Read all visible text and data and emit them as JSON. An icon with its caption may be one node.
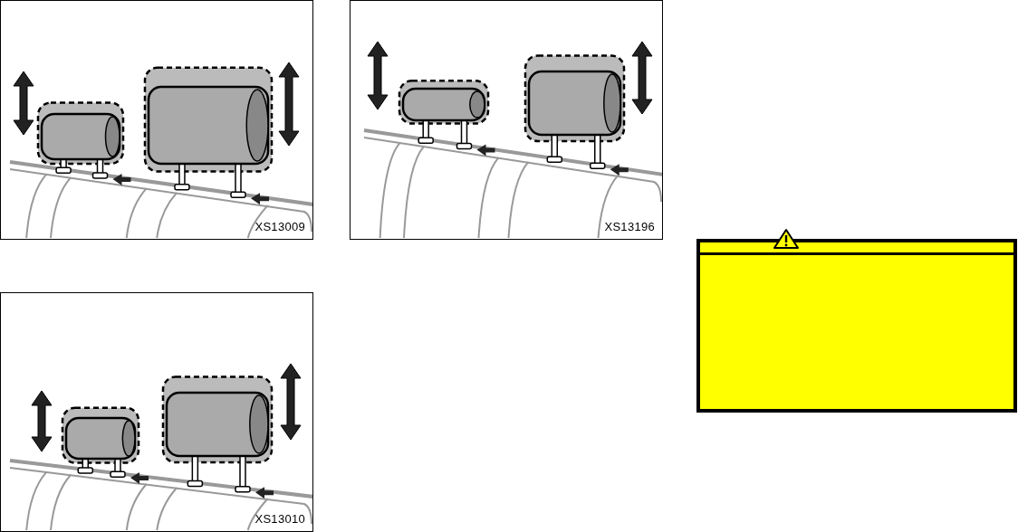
{
  "diagram": {
    "labels": [
      "XS13009",
      "XS13196",
      "XS13010"
    ]
  }
}
